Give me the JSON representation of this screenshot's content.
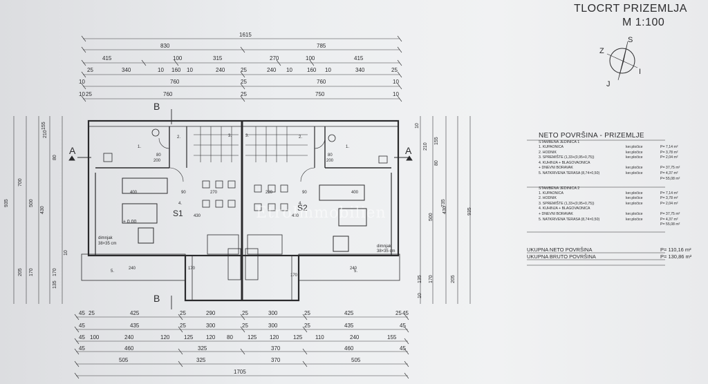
{
  "sheet": {
    "title": "TLOCRT PRIZEMLJA",
    "scale": "M 1:100"
  },
  "compass": {
    "letters": [
      "S",
      "Z",
      "I",
      "J"
    ]
  },
  "dimensions": {
    "top": {
      "row1": [
        "1615"
      ],
      "row2": [
        "830",
        "785"
      ],
      "row3": [
        "415",
        "100",
        "315",
        "270",
        "100",
        "415"
      ],
      "row4": [
        "25",
        "340",
        "10",
        "160",
        "10",
        "240",
        "25",
        "240",
        "10",
        "160",
        "10",
        "340",
        "25"
      ],
      "row5": [
        "10",
        "760",
        "25",
        "760",
        "10"
      ],
      "row6": [
        "10",
        "25",
        "760",
        "25",
        "750",
        "10"
      ]
    },
    "bottom": {
      "row1": [
        "45",
        "25",
        "425",
        "25",
        "290",
        "25",
        "300",
        "25",
        "425",
        "25",
        "45"
      ],
      "row2": [
        "45",
        "435",
        "25",
        "300",
        "25",
        "300",
        "25",
        "435",
        "45"
      ],
      "row3": [
        "45",
        "100",
        "240",
        "120",
        "125",
        "120",
        "80",
        "125",
        "120",
        "125",
        "110",
        "240",
        "155"
      ],
      "row4": [
        "45",
        "460",
        "325",
        "370",
        "460",
        "45"
      ],
      "row5": [
        "505",
        "325",
        "370",
        "505"
      ],
      "row6": [
        "1705"
      ]
    },
    "left": [
      "935",
      "700",
      "205",
      "170",
      "500",
      "430",
      "210",
      "155",
      "80",
      "170",
      "135",
      "10"
    ],
    "right": [
      "935",
      "735",
      "205",
      "170",
      "500",
      "430",
      "210",
      "155",
      "80",
      "10",
      "135",
      "10"
    ]
  },
  "section_marks": [
    "A",
    "A",
    "B",
    "B"
  ],
  "plan_labels": {
    "unit1": "S1",
    "unit2": "S2",
    "level": "± 0.00",
    "rooms": [
      "1.",
      "2.",
      "3.",
      "4.",
      "5.",
      "1.",
      "2.",
      "3.",
      "4.",
      "5."
    ],
    "tags": [
      "80",
      "200",
      "80",
      "200",
      "400",
      "400",
      "270",
      "220",
      "90",
      "90",
      "430",
      "430",
      "170",
      "170",
      "240",
      "240",
      "dimnjak",
      "38×35 cm",
      "dimnjak",
      "38×35 cm"
    ]
  },
  "area_table": {
    "heading": "NETO POVRŠINA - PRIZEMLJE",
    "units": [
      {
        "name": "STAMBENA JEDINICA 1",
        "rows": [
          {
            "label": "1. KUPAONICA",
            "finish": "ker.pločice",
            "area": "P= 7,14 m²"
          },
          {
            "label": "2. HODNIK",
            "finish": "ker.pločice",
            "area": "P= 3,78 m²"
          },
          {
            "label": "3. SPREMIŠTE (1,33+(0,95+0,75))",
            "finish": "ker.pločice",
            "area": "P= 2,04 m²"
          },
          {
            "label": "4. KUHINJA + BLAGOVAONICA",
            "finish": "",
            "area": ""
          },
          {
            "label": "+ DNEVNI BORAVAK",
            "finish": "ker.pločice",
            "area": "P= 37,75 m²"
          },
          {
            "label": "5. NATKRIVENA TERASA (8,74×0,50)",
            "finish": "ker.pločice",
            "area": "P= 4,37 m²"
          }
        ],
        "total": "P= 55,08 m²"
      },
      {
        "name": "STAMBENA JEDINICA 2",
        "rows": [
          {
            "label": "1. KUPAONICA",
            "finish": "ker.pločice",
            "area": "P= 7,14 m²"
          },
          {
            "label": "2. HODNIK",
            "finish": "ker.pločice",
            "area": "P= 3,78 m²"
          },
          {
            "label": "3. SPREMIŠTE (1,33+(0,95+0,75))",
            "finish": "ker.pločice",
            "area": "P= 2,04 m²"
          },
          {
            "label": "4. KUHINJA + BLAGOVAONICA",
            "finish": "",
            "area": ""
          },
          {
            "label": "+ DNEVNI BORAVAK",
            "finish": "ker.pločice",
            "area": "P= 37,75 m²"
          },
          {
            "label": "5. NATKRIVENA TERASA (8,74×0,50)",
            "finish": "ker.pločice",
            "area": "P= 4,37 m²"
          }
        ],
        "total": "P= 55,08 m²"
      }
    ],
    "summary": [
      {
        "label": "UKUPNA NETO POVRŠINA",
        "value": "P= 110,16 m²"
      },
      {
        "label": "UKUPNA BRUTO POVRŠINA",
        "value": "P= 130,86 m²"
      }
    ]
  },
  "watermark": "EtroImmobilien",
  "colors": {
    "ink": "#2c2c2e",
    "paper": "#eef0f1"
  }
}
